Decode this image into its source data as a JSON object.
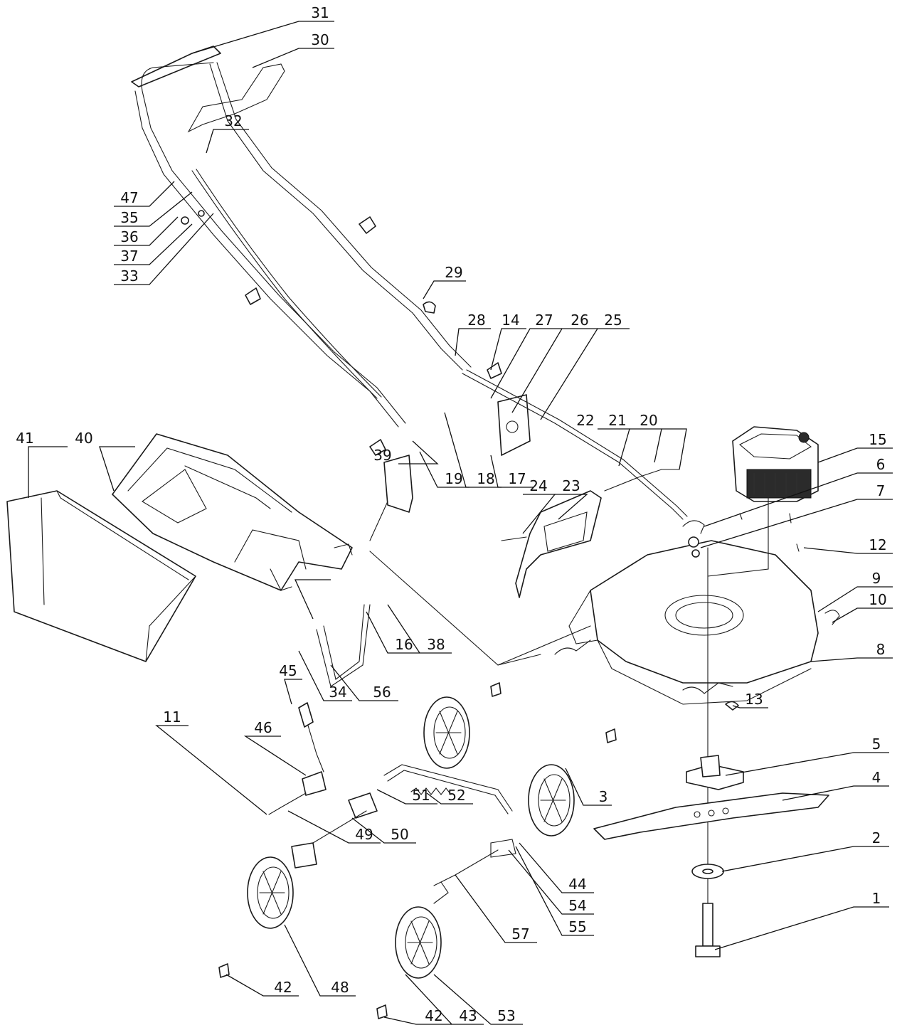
{
  "diagram": {
    "callouts": [
      "1",
      "2",
      "3",
      "4",
      "5",
      "6",
      "7",
      "8",
      "9",
      "10",
      "11",
      "12",
      "13",
      "14",
      "15",
      "16",
      "17",
      "18",
      "19",
      "20",
      "21",
      "22",
      "23",
      "24",
      "25",
      "26",
      "27",
      "28",
      "29",
      "30",
      "31",
      "32",
      "33",
      "34",
      "35",
      "36",
      "37",
      "38",
      "39",
      "40",
      "41",
      "42",
      "42",
      "43",
      "44",
      "45",
      "46",
      "47",
      "48",
      "49",
      "50",
      "51",
      "52",
      "53",
      "54",
      "55",
      "56",
      "57"
    ]
  }
}
